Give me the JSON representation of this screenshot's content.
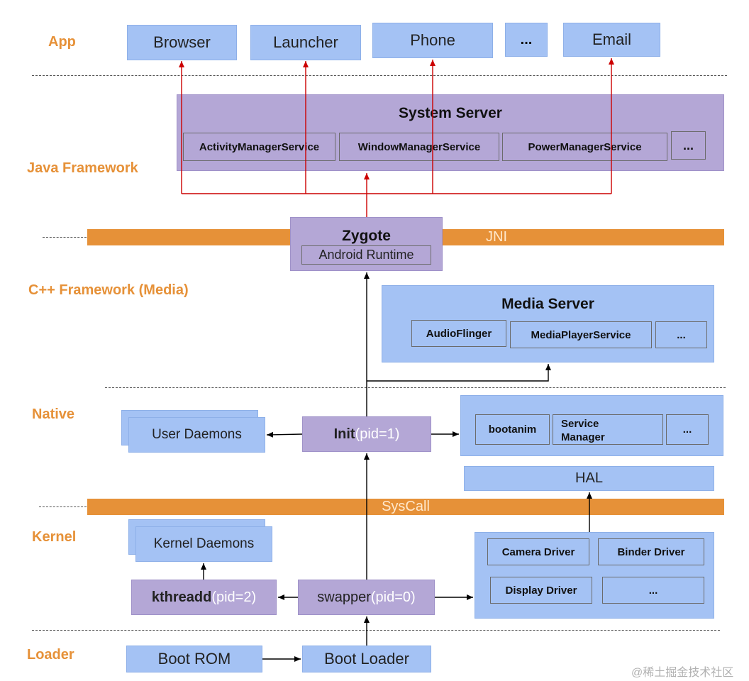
{
  "layers": {
    "app": "App",
    "java": "Java Framework",
    "cpp": "C++ Framework (Media)",
    "native": "Native",
    "kernel": "Kernel",
    "loader": "Loader"
  },
  "apps": [
    "Browser",
    "Launcher",
    "Phone",
    "...",
    "Email"
  ],
  "system_server": {
    "title": "System Server",
    "services": [
      "ActivityManagerService",
      "WindowManagerService",
      "PowerManagerService",
      "..."
    ]
  },
  "jni": "JNI",
  "zygote": {
    "title": "Zygote",
    "runtime": "Android Runtime"
  },
  "media_server": {
    "title": "Media Server",
    "services": [
      "AudioFlinger",
      "MediaPlayerService",
      "..."
    ]
  },
  "native": {
    "user_daemons": "User Daemons",
    "init": "Init",
    "init_pid": "(pid=1)",
    "bootanim": "bootanim",
    "service_manager_l1": "Service",
    "service_manager_l2": "Manager",
    "more": "..."
  },
  "hal": "HAL",
  "syscall": "SysCall",
  "kernel": {
    "kernel_daemons": "Kernel Daemons",
    "kthreadd": "kthreadd",
    "kthreadd_pid": "(pid=2)",
    "swapper": "swapper",
    "swapper_pid": "(pid=0)",
    "drivers": [
      "Camera Driver",
      "Binder Driver",
      "Display Driver",
      "..."
    ]
  },
  "loader": {
    "boot_rom": "Boot  ROM",
    "boot_loader": "Boot Loader"
  },
  "watermark": "@稀土掘金技术社区",
  "colors": {
    "layer_label": "#e69138",
    "blue_box": "#a4c2f4",
    "purple_box": "#b4a7d6",
    "band": "#e69138",
    "red_arrow": "#cc0000",
    "black_arrow": "#000000"
  }
}
